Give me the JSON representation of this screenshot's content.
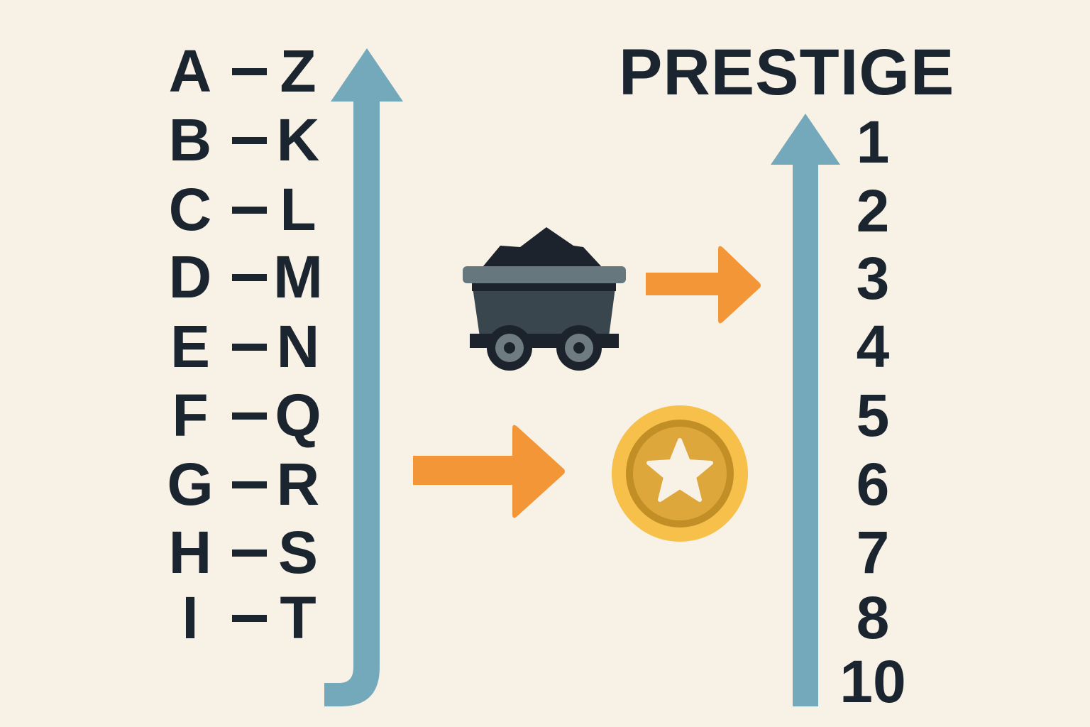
{
  "colors": {
    "background": "#f8f1e6",
    "text": "#1b2530",
    "blue_arrow": "#74a9bb",
    "orange_arrow": "#f39637",
    "coin_outer": "#f6c04a",
    "coin_ring": "#c18f25",
    "coin_inner": "#dda73b",
    "cart_rim": "#66777d",
    "cart_body": "#3a464e",
    "cart_dark": "#1c232c",
    "wheel_hub": "#6e7b80"
  },
  "left_column": {
    "pairs": [
      {
        "left": "A",
        "right": "Z"
      },
      {
        "left": "B",
        "right": "K"
      },
      {
        "left": "C",
        "right": "L"
      },
      {
        "left": "D",
        "right": "M"
      },
      {
        "left": "E",
        "right": "N"
      },
      {
        "left": "F",
        "right": "Q"
      },
      {
        "left": "G",
        "right": "R"
      },
      {
        "left": "H",
        "right": "S"
      },
      {
        "left": "I",
        "right": "T"
      }
    ]
  },
  "right_column": {
    "title": "PRESTIGE",
    "levels": [
      "1",
      "2",
      "3",
      "4",
      "5",
      "6",
      "7",
      "8",
      "10"
    ]
  },
  "icons": {
    "left_arrow": "up-arrow-with-hook-icon",
    "right_arrow": "up-arrow-icon",
    "mine_cart": "mine-cart-icon",
    "coin": "star-coin-icon",
    "orange_arrows": "right-arrow-icon"
  }
}
